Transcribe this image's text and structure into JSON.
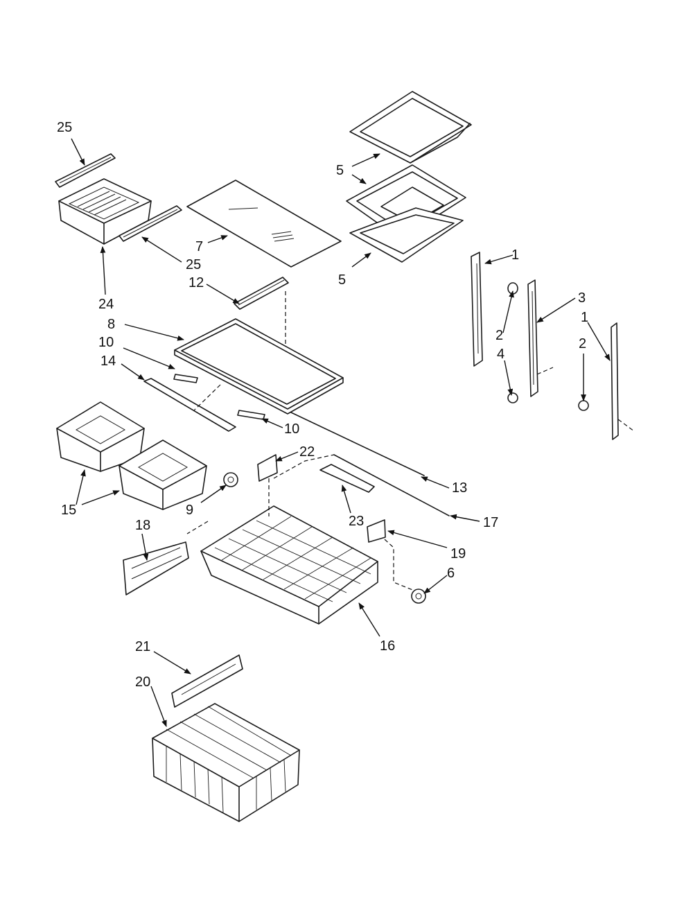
{
  "callouts": {
    "c25a": "25",
    "c25b": "25",
    "c24": "24",
    "c7": "7",
    "c12": "12",
    "c8": "8",
    "c10a": "10",
    "c10b": "10",
    "c14": "14",
    "c5a": "5",
    "c5b": "5",
    "c1a": "1",
    "c1b": "1",
    "c2a": "2",
    "c2b": "2",
    "c3": "3",
    "c4": "4",
    "c22": "22",
    "c13": "13",
    "c15": "15",
    "c9": "9",
    "c23": "23",
    "c17": "17",
    "c18": "18",
    "c19": "19",
    "c6": "6",
    "c16": "16",
    "c21": "21",
    "c20": "20"
  }
}
